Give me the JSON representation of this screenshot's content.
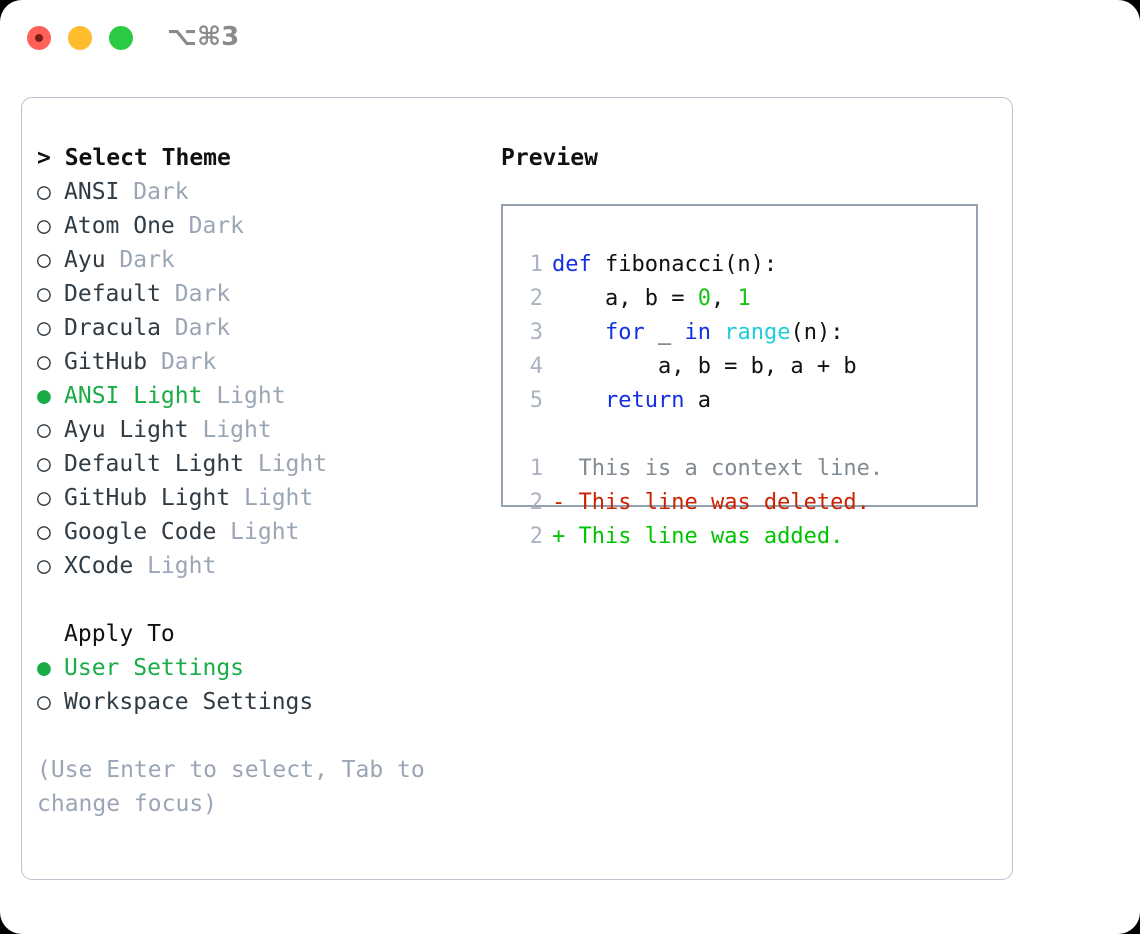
{
  "titlebar": {
    "shortcut": "⌥⌘3",
    "buttons": [
      {
        "name": "close",
        "color": "#ff6058"
      },
      {
        "name": "minimize",
        "color": "#ffbd2e"
      },
      {
        "name": "zoom",
        "color": "#2acb42"
      }
    ]
  },
  "theme_panel": {
    "heading": "> Select Theme",
    "bullet_selected": "●",
    "bullet_unselected": "○",
    "items": [
      {
        "label": "ANSI",
        "suffix": " Dark",
        "selected": false
      },
      {
        "label": "Atom One",
        "suffix": " Dark",
        "selected": false
      },
      {
        "label": "Ayu",
        "suffix": " Dark",
        "selected": false
      },
      {
        "label": "Default",
        "suffix": " Dark",
        "selected": false
      },
      {
        "label": "Dracula",
        "suffix": " Dark",
        "selected": false
      },
      {
        "label": "GitHub",
        "suffix": " Dark",
        "selected": false
      },
      {
        "label": "ANSI Light",
        "suffix": " Light",
        "selected": true
      },
      {
        "label": "Ayu Light",
        "suffix": " Light",
        "selected": false
      },
      {
        "label": "Default Light",
        "suffix": " Light",
        "selected": false
      },
      {
        "label": "GitHub Light",
        "suffix": " Light",
        "selected": false
      },
      {
        "label": "Google Code",
        "suffix": " Light",
        "selected": false
      },
      {
        "label": "XCode",
        "suffix": " Light",
        "selected": false
      }
    ]
  },
  "apply_to": {
    "heading": "Apply To",
    "items": [
      {
        "label": "User Settings",
        "selected": true
      },
      {
        "label": "Workspace Settings",
        "selected": false
      }
    ]
  },
  "hint": "(Use Enter to select, Tab to change focus)",
  "preview": {
    "title": "Preview",
    "code_lines": [
      {
        "num": "1",
        "segments": [
          {
            "text": "def ",
            "cls": "tok-kw"
          },
          {
            "text": "fibonacci(n):",
            "cls": "tok-txt"
          }
        ]
      },
      {
        "num": "2",
        "segments": [
          {
            "text": "    a, b = ",
            "cls": "tok-txt"
          },
          {
            "text": "0",
            "cls": "tok-num"
          },
          {
            "text": ", ",
            "cls": "tok-txt"
          },
          {
            "text": "1",
            "cls": "tok-num"
          }
        ]
      },
      {
        "num": "3",
        "segments": [
          {
            "text": "    ",
            "cls": "tok-txt"
          },
          {
            "text": "for",
            "cls": "tok-kw"
          },
          {
            "text": " _ ",
            "cls": "tok-txt"
          },
          {
            "text": "in",
            "cls": "tok-kw"
          },
          {
            "text": " ",
            "cls": "tok-txt"
          },
          {
            "text": "range",
            "cls": "tok-fn"
          },
          {
            "text": "(n):",
            "cls": "tok-txt"
          }
        ]
      },
      {
        "num": "4",
        "segments": [
          {
            "text": "        a, b = b, a + b",
            "cls": "tok-txt"
          }
        ]
      },
      {
        "num": "5",
        "segments": [
          {
            "text": "    ",
            "cls": "tok-txt"
          },
          {
            "text": "return",
            "cls": "tok-kw"
          },
          {
            "text": " a",
            "cls": "tok-txt"
          }
        ]
      }
    ],
    "diff_lines": [
      {
        "num": "1",
        "marker": "  ",
        "text": "This is a context line.",
        "cls": "tok-ctx"
      },
      {
        "num": "2",
        "marker": "- ",
        "text": "This line was deleted.",
        "cls": "tok-del"
      },
      {
        "num": "2",
        "marker": "+ ",
        "text": "This line was added.",
        "cls": "tok-add"
      }
    ]
  },
  "colors": {
    "selected_green": "#1aac46",
    "muted": "#9aa5b5",
    "keyword_blue": "#1430e0",
    "function_cyan": "#20ccd8",
    "number_green": "#17c217",
    "diff_add": "#00c400",
    "diff_del": "#cc2200",
    "border": "#93a1b0"
  }
}
